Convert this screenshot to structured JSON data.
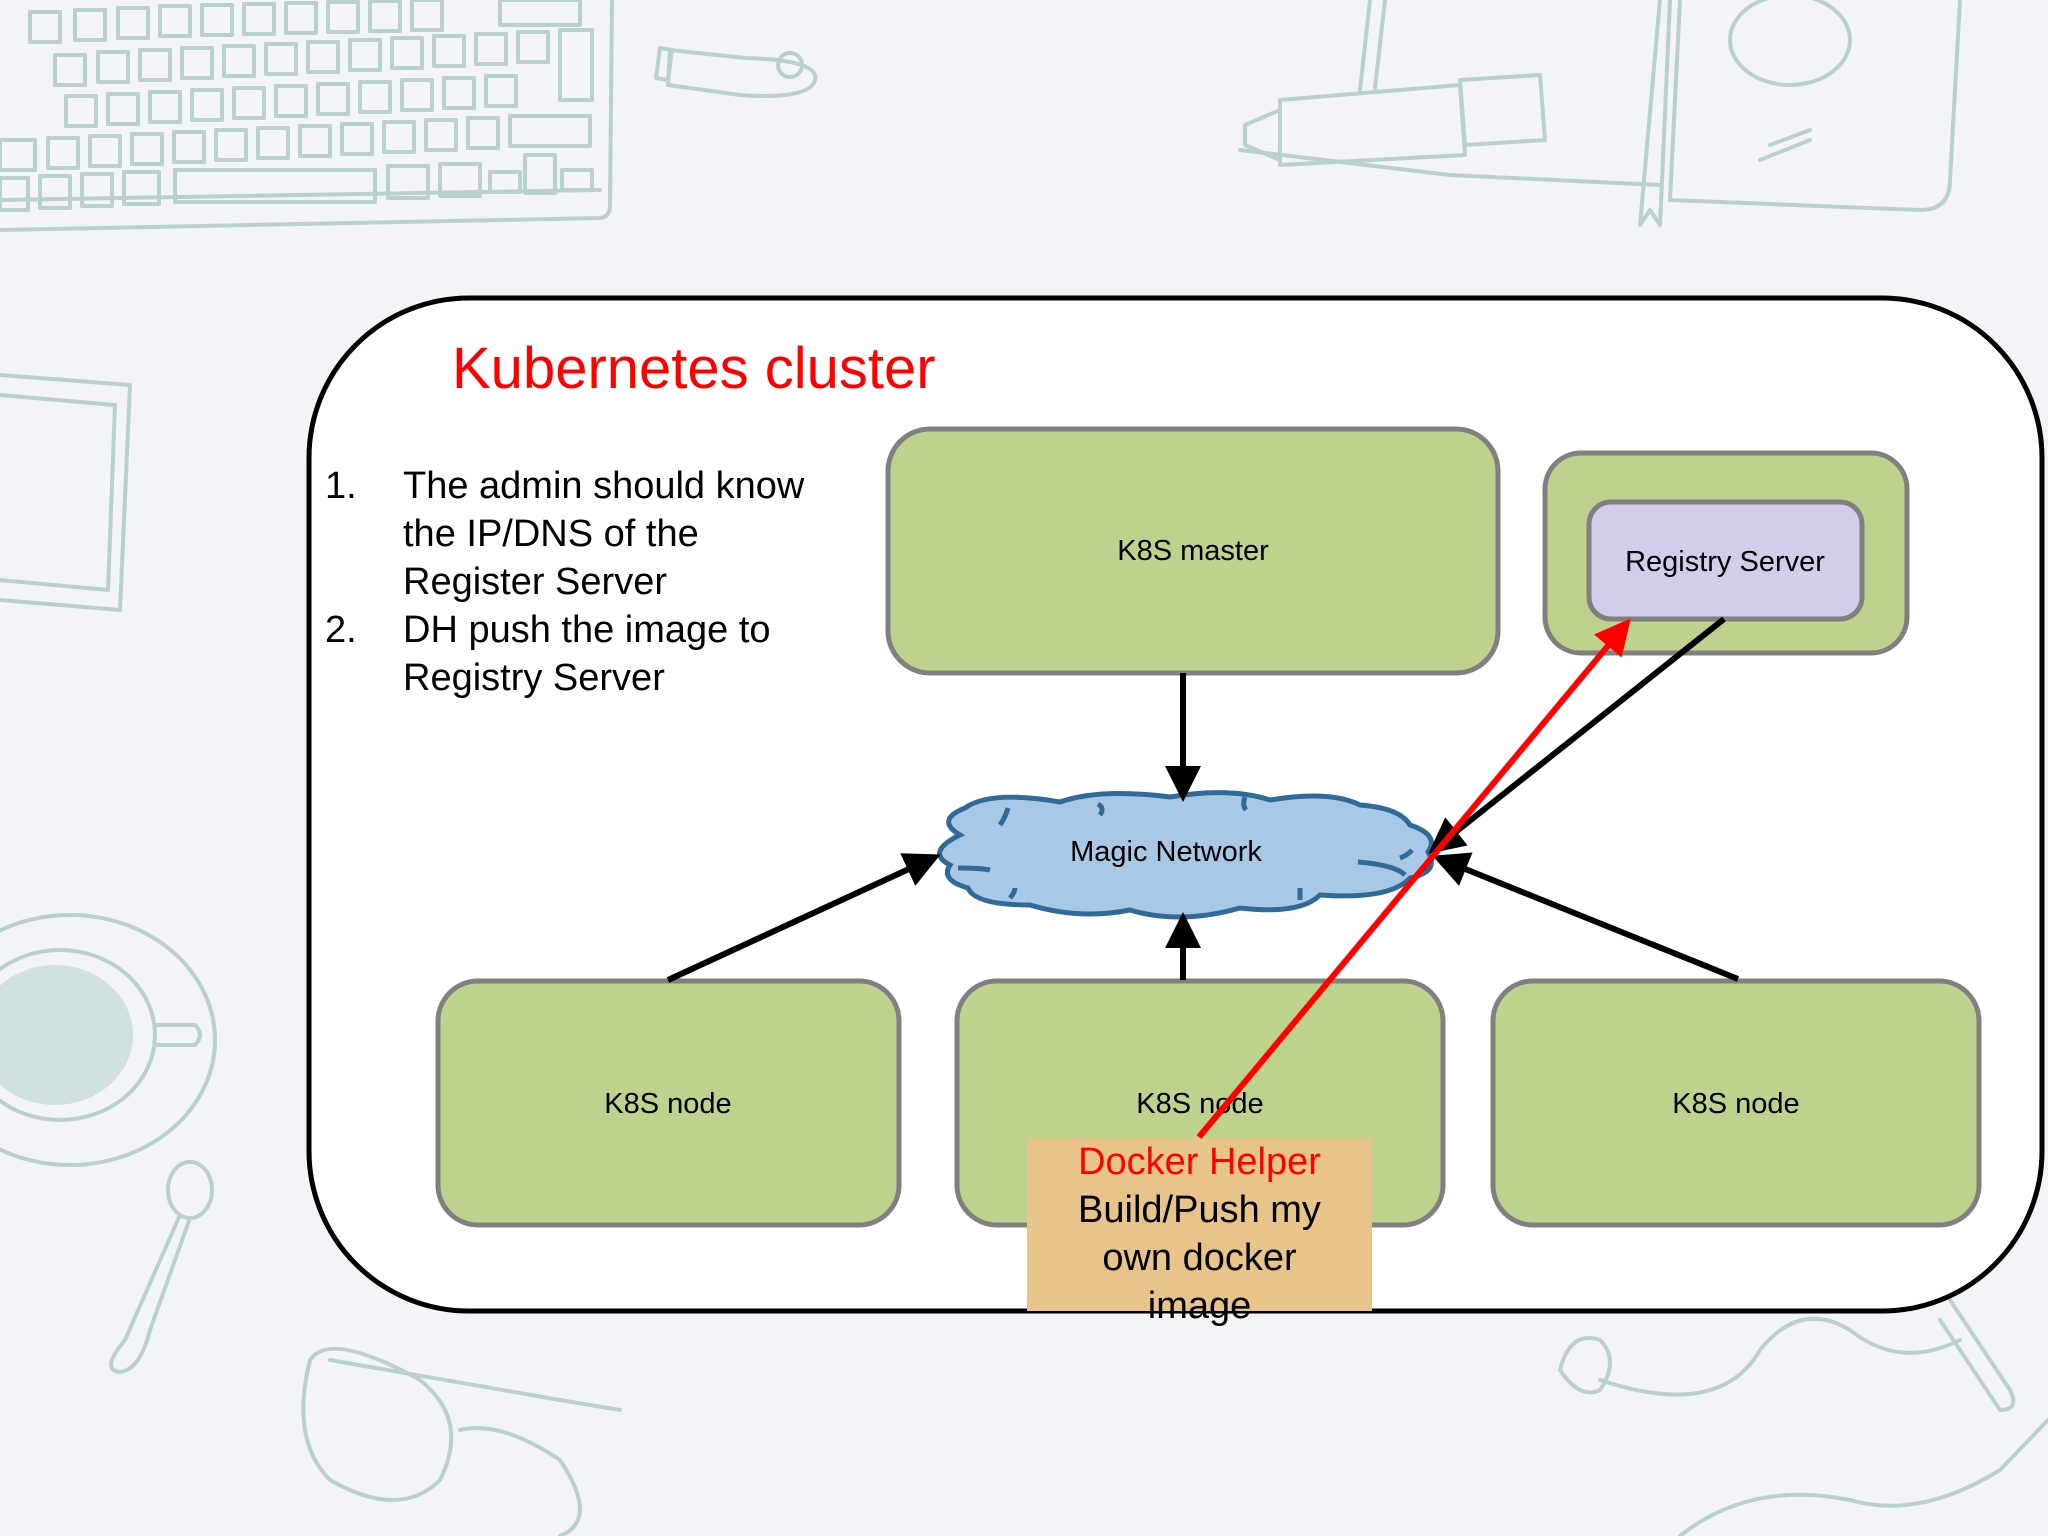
{
  "diagram": {
    "title": "Kubernetes cluster",
    "steps": [
      {
        "number": "1.",
        "lines": [
          "The admin should know",
          "the IP/DNS of the",
          "Register Server"
        ]
      },
      {
        "number": "2.",
        "lines": [
          "DH push the image to",
          "Registry Server"
        ]
      }
    ],
    "nodes": {
      "master": "K8S master",
      "registry": "Registry Server",
      "network": "Magic Network",
      "node_left": "K8S node",
      "node_center": "K8S node",
      "node_right": "K8S node"
    },
    "helper": {
      "title": "Docker Helper",
      "lines": [
        "Build/Push my",
        "own docker",
        "image"
      ]
    },
    "colors": {
      "title": "#ff0000",
      "node_fill": "#bdd28c",
      "node_border": "#808080",
      "registry_fill": "#d2cdea",
      "cloud_fill": "#a9c8e6",
      "cloud_border": "#2f6a99",
      "helper_fill": "#e8c38a",
      "push_arrow": "#ff0000",
      "link_arrow": "#000000",
      "sketch": "#b9d1cd"
    }
  }
}
